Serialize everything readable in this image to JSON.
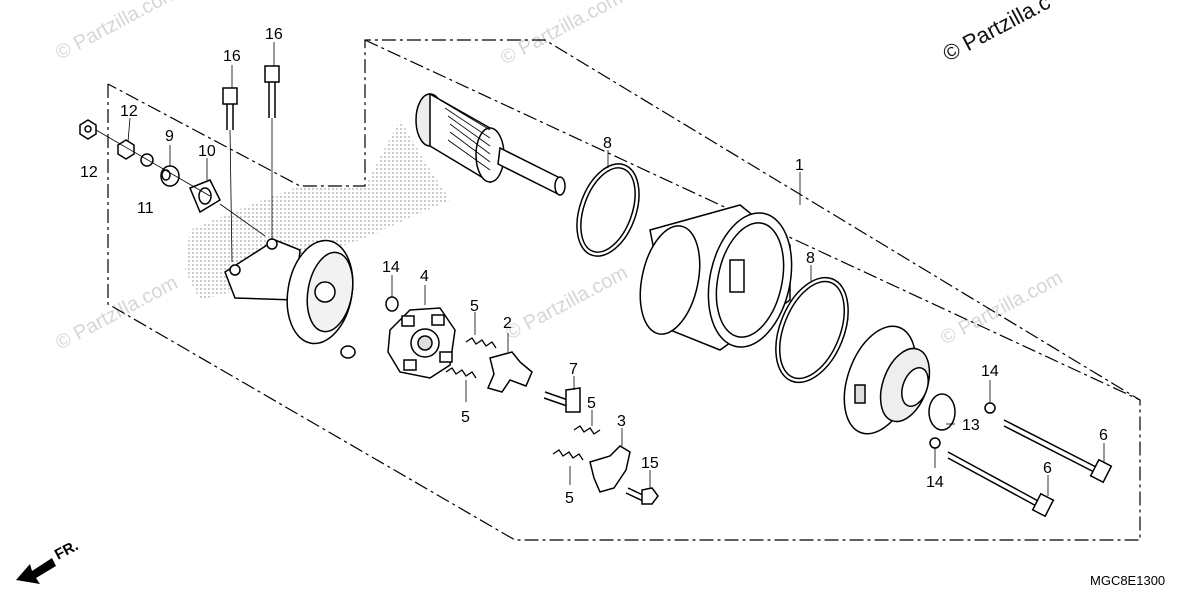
{
  "watermark": {
    "text": "© Partzilla.com",
    "corner_text": "© Partzilla.c"
  },
  "diagram": {
    "code": "MGC8E1300",
    "direction_label": "FR.",
    "colors": {
      "line": "#000000",
      "background": "#ffffff",
      "watermark": "#d6d6d6"
    }
  },
  "callouts": {
    "c1": "1",
    "c2": "2",
    "c3": "3",
    "c4": "4",
    "c5a": "5",
    "c5b": "5",
    "c5c": "5",
    "c5d": "5",
    "c6a": "6",
    "c6b": "6",
    "c7": "7",
    "c8a": "8",
    "c8b": "8",
    "c9": "9",
    "c10": "10",
    "c11": "11",
    "c12a": "12",
    "c12b": "12",
    "c13": "13",
    "c14a": "14",
    "c14b": "14",
    "c14c": "14",
    "c15": "15",
    "c16a": "16",
    "c16b": "16"
  }
}
